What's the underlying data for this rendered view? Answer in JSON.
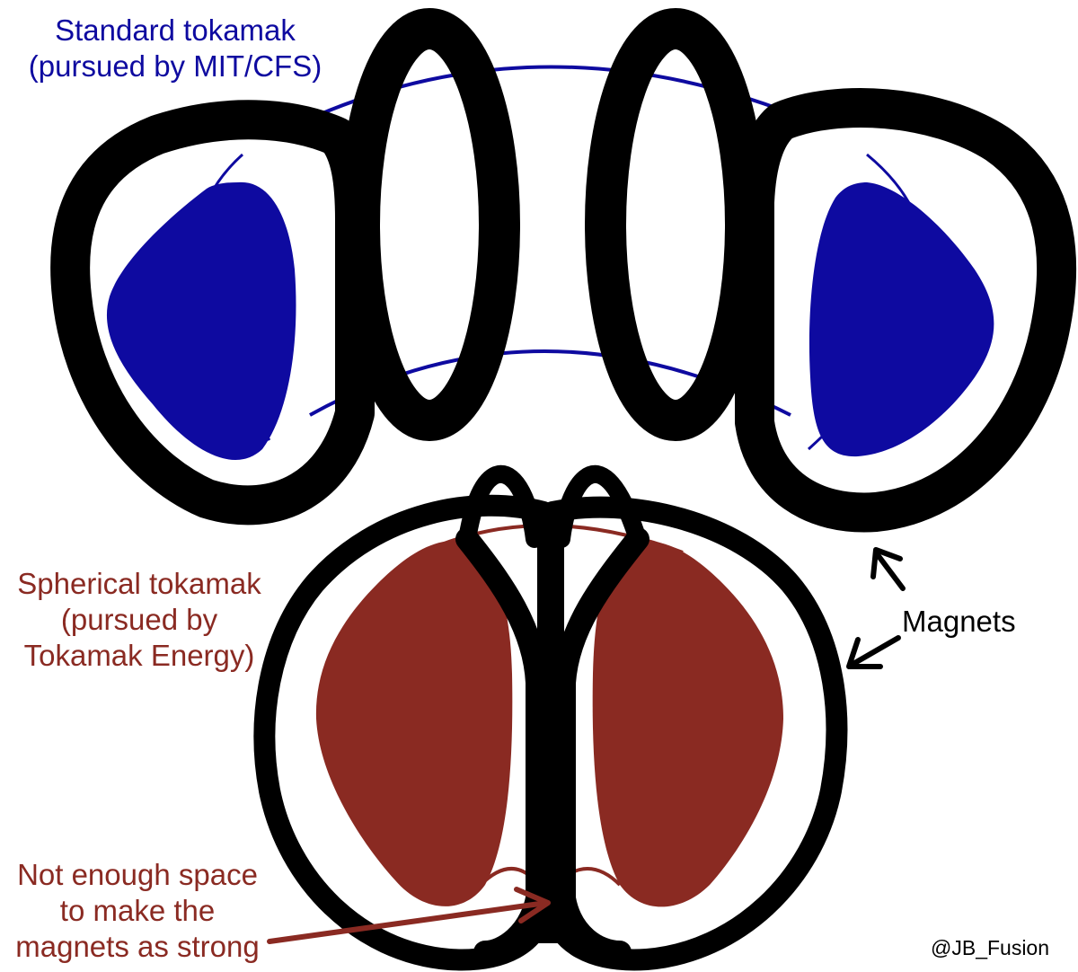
{
  "labels": {
    "standard_tokamak": {
      "line1": "Standard tokamak",
      "line2": "(pursued by MIT/CFS)"
    },
    "spherical_tokamak": {
      "line1": "Spherical tokamak",
      "line2": "(pursued by",
      "line3": "Tokamak Energy)"
    },
    "space_note": {
      "line1": "Not enough space",
      "line2": "to make the",
      "line3": "magnets as strong"
    },
    "magnets": "Magnets",
    "credit": "@JB_Fusion"
  },
  "colors": {
    "standard_plasma": "#0e0aa0",
    "spherical_plasma": "#8a2a22",
    "magnet": "#000000",
    "background": "#ffffff"
  }
}
